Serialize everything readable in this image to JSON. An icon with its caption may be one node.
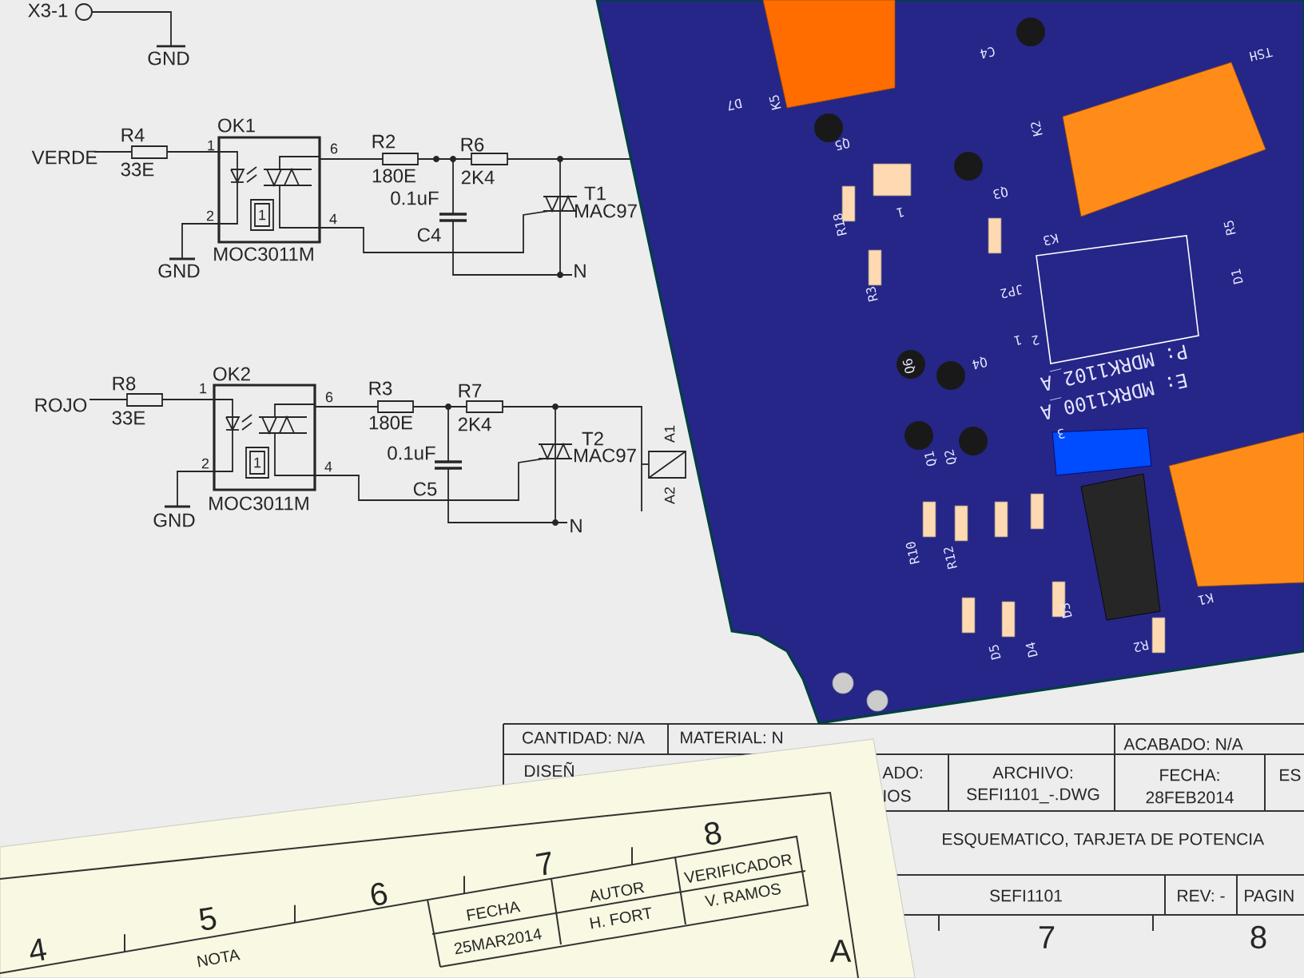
{
  "diagram": {
    "labels": [
      "X3-1",
      "GND",
      "R4",
      "OK1",
      "1",
      "6",
      "R2",
      "R6",
      "VERDE",
      "33E",
      "180E",
      "2K4",
      "T1",
      "0.1uF",
      "MAC97",
      "1",
      "2",
      "4",
      "C4",
      "MOC3011M",
      "GND",
      "N",
      "OK2",
      "R8",
      "R3",
      "R7",
      "1",
      "6",
      "ROJO",
      "33E",
      "180E",
      "2K4",
      "A1",
      "T2",
      "0.1uF",
      "MAC97",
      "1",
      "2",
      "4",
      "C5",
      "A2",
      "MOC3011M",
      "GND",
      "N",
      "K5",
      "D7",
      "C4",
      "TSH",
      "Q5",
      "K2",
      "Q3",
      "1",
      "R18",
      "K3",
      "R5",
      "D1",
      "JP2",
      "R3",
      "1",
      "2",
      "Q4",
      "Q6",
      "P: MDRK1102_A",
      "E: MDRK1100_A",
      "3",
      "Q2",
      "Q1",
      "R10",
      "R12",
      "K1",
      "D3",
      "R2",
      "D4",
      "D5",
      "CANTIDAD: N/A",
      "MATERIAL: N",
      "ACABADO: N/A",
      "DISEÑ",
      "ADO:",
      "ARCHIVO:",
      "FECHA:",
      "ES",
      "IOS",
      "SEFI1101_-.DWG",
      "28FEB2014",
      "ESQUEMATICO, TARJETA DE POTENCIA",
      "SEFI1101",
      "REV: -",
      "PAGIN",
      "7",
      "8",
      "8",
      "VERIFICADOR",
      "7",
      "AUTOR",
      "6",
      "V. RAMOS",
      "FECHA",
      "H. FORT",
      "5",
      "25MAR2014",
      "A",
      "4",
      "NOTA"
    ]
  }
}
